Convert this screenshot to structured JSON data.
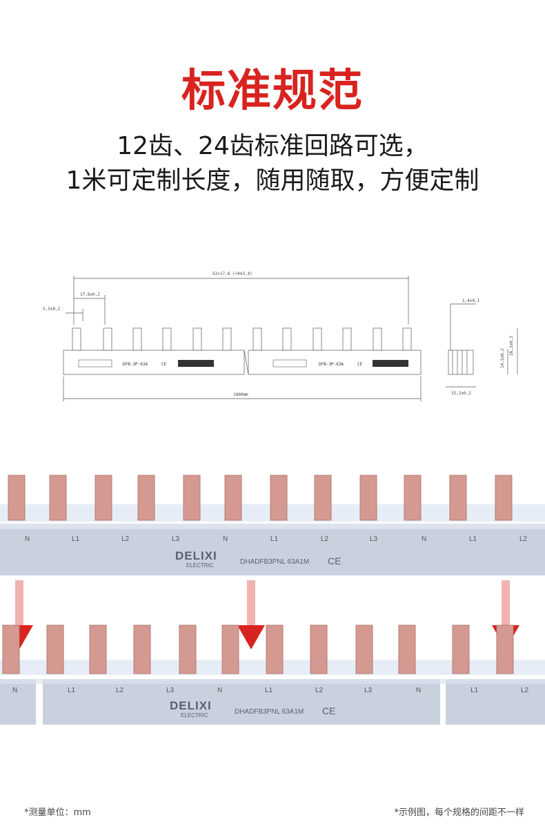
{
  "header": {
    "title": "标准规范",
    "line1": "12齿、24齿标准回路可选，",
    "line2": "1米可定制长度，随用随取，方便定制"
  },
  "drawing": {
    "dim_total_pitch": "53×17,8 (=943,4)",
    "dim_pitch": "17,8±0,2",
    "dim_offset": "5,5±0,2",
    "dim_length": "1000mm",
    "dim_top_width": "1,4±0,1",
    "dim_height": "26,3±0,3",
    "dim_inner_height": "14,5±0,2",
    "dim_base": "15,2±0,2",
    "rail_model": "DFB-3P-63A",
    "ce_mark": "CE"
  },
  "busbar": {
    "phases": [
      "N",
      "L1",
      "L2",
      "L3",
      "N",
      "L1",
      "L2",
      "L3",
      "N",
      "L1",
      "L2"
    ],
    "brand": "DELIXI",
    "brand_sub": "ELECTRIC",
    "model": "DHADFB3PNL 63A1M",
    "ce_mark": "CE"
  },
  "colors": {
    "title_red": "#d8231f",
    "copper": "#d49a92",
    "rail": "#c9d1de",
    "arrow_red": "#d8231f"
  },
  "footer": {
    "left_note": "*测量单位：mm",
    "right_note": "*示例图，每个规格的间距不一样"
  }
}
